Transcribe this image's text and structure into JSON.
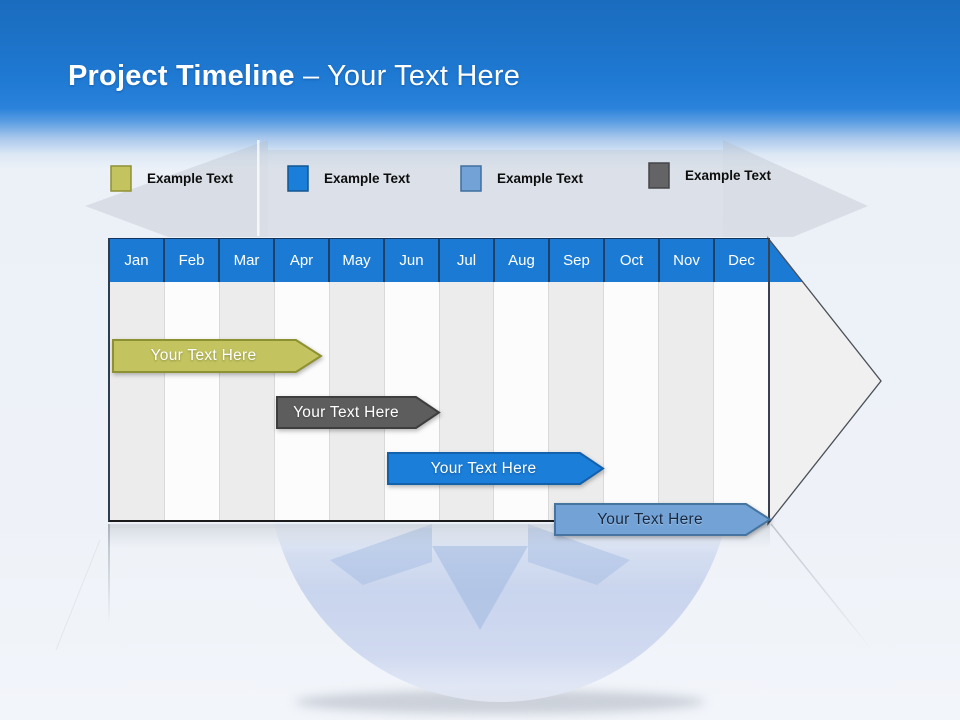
{
  "header": {
    "title_bold": "Project Timeline",
    "title_light": "– Your Text Here"
  },
  "legend": {
    "items": [
      {
        "label": "Example Text",
        "swatch_color": "#c3c45f",
        "swatch_border": "#8e9034"
      },
      {
        "label": "Example Text",
        "swatch_color": "#1b7ed9",
        "swatch_border": "#12578f"
      },
      {
        "label": "Example Text",
        "swatch_color": "#73a3d6",
        "swatch_border": "#3f6f9f"
      },
      {
        "label": "Example Text",
        "swatch_color": "#646467",
        "swatch_border": "#454548"
      }
    ]
  },
  "timeline": {
    "months": [
      "Jan",
      "Feb",
      "Mar",
      "Apr",
      "May",
      "Jun",
      "Jul",
      "Aug",
      "Sep",
      "Oct",
      "Nov",
      "Dec"
    ],
    "header_color": "#1b7ad3",
    "bars": [
      {
        "label": "Your Text Here",
        "fill": "#c3c45f",
        "stroke": "#8e9034",
        "label_style": "color:#ffffff",
        "start_month": "Jan",
        "end_month": "Apr"
      },
      {
        "label": "Your Text Here",
        "fill": "#5d5d5d",
        "stroke": "#3e3e3e",
        "label_style": "color:#ffffff",
        "start_month": "Apr",
        "end_month": "Jun"
      },
      {
        "label": "Your Text Here",
        "fill": "#1b7ed9",
        "stroke": "#1361ab",
        "label_style": "color:#ffffff",
        "start_month": "Jun",
        "end_month": "Sep"
      },
      {
        "label": "Your Text Here",
        "fill": "#73a3d6",
        "stroke": "#47749e",
        "label_style": "color:#182740",
        "start_month": "Sep",
        "end_month": "Dec"
      }
    ]
  },
  "chart_data": {
    "type": "bar",
    "subtype": "gantt_timeline",
    "title": "Project Timeline – Your Text Here",
    "categories": [
      "Jan",
      "Feb",
      "Mar",
      "Apr",
      "May",
      "Jun",
      "Jul",
      "Aug",
      "Sep",
      "Oct",
      "Nov",
      "Dec"
    ],
    "x_axis": {
      "range_months": [
        0,
        12
      ],
      "gridlines": "alternating month columns"
    },
    "series": [
      {
        "name": "Your Text Here",
        "row": 1,
        "color": "#c3c45f",
        "start_month": "Jan",
        "end_month": "Apr",
        "start_index": 0.0,
        "end_index": 3.85
      },
      {
        "name": "Your Text Here",
        "row": 2,
        "color": "#5d5d5d",
        "start_month": "Apr",
        "end_month": "Jun",
        "start_index": 3.0,
        "end_index": 5.95
      },
      {
        "name": "Your Text Here",
        "row": 3,
        "color": "#1b7ed9",
        "start_month": "Jun",
        "end_month": "Sep",
        "start_index": 5.0,
        "end_index": 8.95
      },
      {
        "name": "Your Text Here",
        "row": 4,
        "color": "#73a3d6",
        "start_month": "Sep",
        "end_month": "Dec",
        "start_index": 8.05,
        "end_index": 11.95
      }
    ],
    "legend_entries": [
      "Example Text",
      "Example Text",
      "Example Text",
      "Example Text"
    ],
    "notes": "Each bar is an arrow shape ending with an arrowhead; timeline is wrapped in a large right-pointing arrow."
  }
}
